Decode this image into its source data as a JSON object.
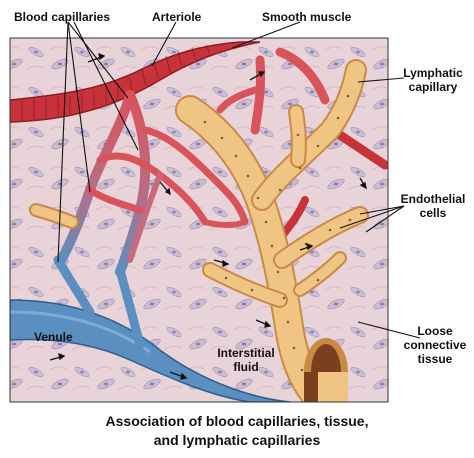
{
  "labels": {
    "blood_capillaries": "Blood capillaries",
    "arteriole": "Arteriole",
    "smooth_muscle": "Smooth muscle",
    "lymphatic_capillary_1": "Lymphatic",
    "lymphatic_capillary_2": "capillary",
    "endothelial_cells_1": "Endothelial",
    "endothelial_cells_2": "cells",
    "venule": "Venule",
    "interstitial_fluid_1": "Interstitial",
    "interstitial_fluid_2": "fluid",
    "loose_connective_tissue_1": "Loose",
    "loose_connective_tissue_2": "connective",
    "loose_connective_tissue_3": "tissue"
  },
  "caption": {
    "line1": "Association of blood capillaries, tissue,",
    "line2": "and  lymphatic capillaries"
  },
  "colors": {
    "tissue_background": "#e8d3d8",
    "arteriole": "#c8323b",
    "capillary_red": "#d9535a",
    "venule_blue": "#5b8fbf",
    "lymphatic": "#f0c483",
    "lymphatic_edge": "#c98a45",
    "fibroblast": "#b7a9c4"
  }
}
